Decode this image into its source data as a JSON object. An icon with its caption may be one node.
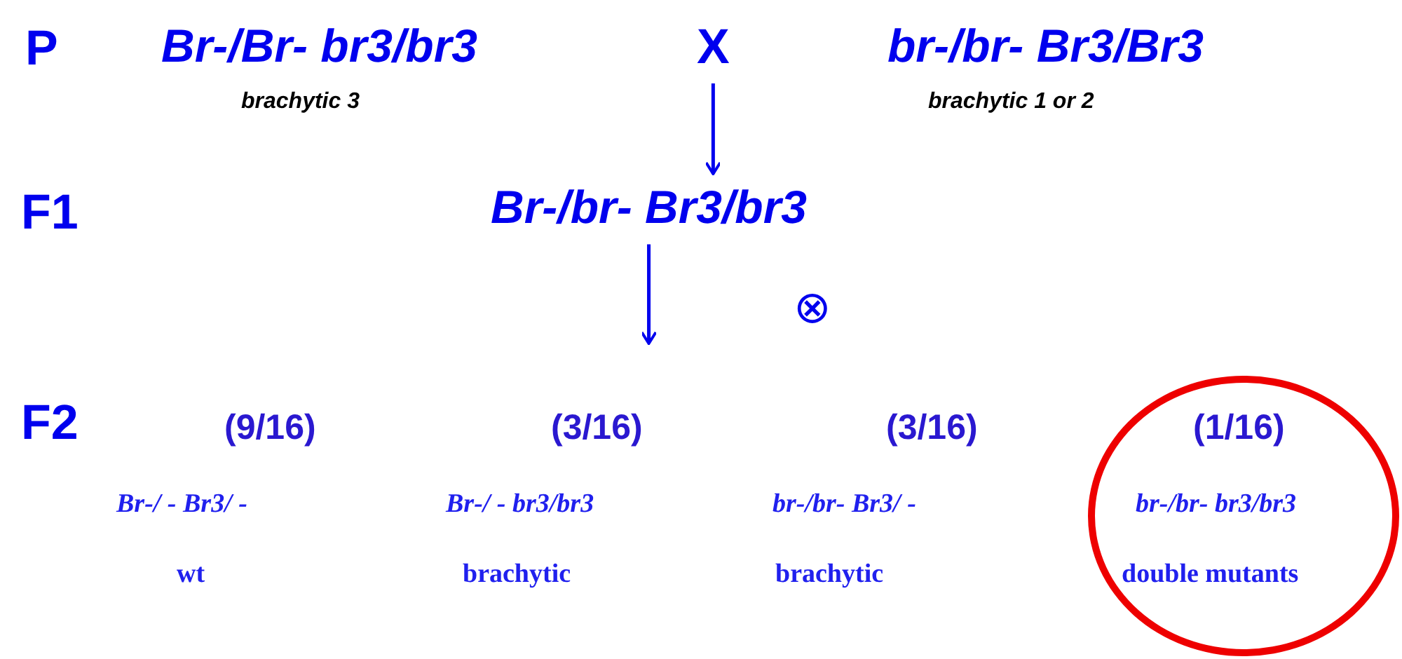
{
  "diagram": {
    "nodes": [
      {
        "text": [
          "X"
        ]
      },
      {
        "text": [
          "Br-/br- Br3/br3"
        ]
      },
      {
        "text": [
          "(1/16)",
          "br-/br- br3/br3",
          "double mutants"
        ]
      }
    ],
    "edges": [
      {
        "from": 0,
        "to": 1,
        "arrow": "to"
      },
      {
        "from": 1,
        "to": null,
        "arrow": "to"
      }
    ],
    "labels": [
      "P",
      "Br-/Br- br3/br3",
      "brachytic 3",
      "br-/br- Br3/Br3",
      "brachytic 1 or 2",
      "F1",
      "⊗",
      "F2",
      "(9/16)",
      "(3/16)",
      "(3/16)",
      "Br-/ - Br3/ -",
      "Br-/ - br3/br3",
      "br-/br- Br3/ -",
      "wt",
      "brachytic",
      "brachytic"
    ]
  }
}
